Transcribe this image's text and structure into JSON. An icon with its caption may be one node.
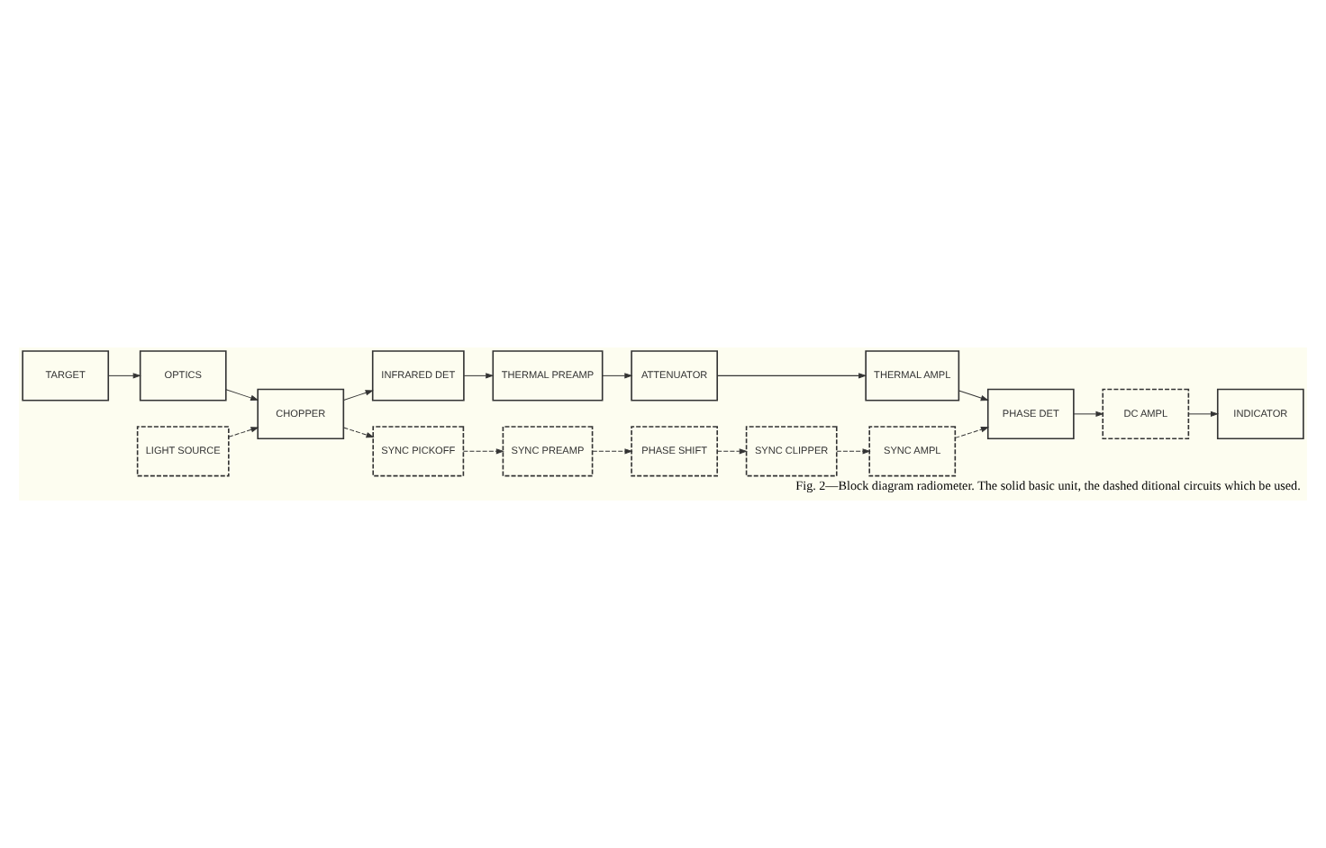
{
  "diagram": {
    "caption": "Fig. 2—Block diagram radiometer. The solid basic unit, the dashed ditional circuits which be used.",
    "nodes": [
      {
        "text": [
          "TARGET"
        ]
      },
      {
        "text": [
          "OPTICS"
        ]
      },
      {
        "text": [
          "INFRARED DET"
        ]
      },
      {
        "text": [
          "THERMAL PREAMP"
        ]
      },
      {
        "text": [
          "CHOPPER"
        ]
      },
      {
        "text": [
          "LIGHT SOURCE"
        ]
      },
      {
        "text": [
          "SYNC PICKOFF"
        ]
      },
      {
        "text": [
          "SYNC PREAMP"
        ]
      },
      {
        "text": [
          "ATTENUATOR"
        ]
      },
      {
        "text": [
          "THERMAL AMPL"
        ]
      },
      {
        "text": [
          "PHASE DET"
        ]
      },
      {
        "text": [
          "DC AMPL"
        ]
      },
      {
        "text": [
          "INDICATOR"
        ]
      },
      {
        "text": [
          "PHASE SHIFT"
        ]
      },
      {
        "text": [
          "SYNC CLIPPER"
        ]
      },
      {
        "text": [
          "SYNC AMPL"
        ]
      }
    ],
    "edges": [
      {
        "from": 0,
        "to": 1,
        "arrow": "to"
      },
      {
        "from": 1,
        "to": 4,
        "arrow": "to"
      },
      {
        "from": 4,
        "to": 2,
        "arrow": "to"
      },
      {
        "from": 2,
        "to": 3,
        "arrow": "to"
      },
      {
        "from": 3,
        "to": 8,
        "arrow": "to"
      },
      {
        "from": 5,
        "to": 4,
        "arrow": "to",
        "style": "dashed"
      },
      {
        "from": 4,
        "to": 6,
        "arrow": "to",
        "style": "dashed"
      },
      {
        "from": 6,
        "to": 7,
        "arrow": "to",
        "style": "dashed"
      },
      {
        "from": 7,
        "to": 13,
        "arrow": "to",
        "style": "dashed"
      },
      {
        "from": 8,
        "to": 9,
        "arrow": "to"
      },
      {
        "from": 9,
        "to": 10,
        "arrow": "to"
      },
      {
        "from": 10,
        "to": 11,
        "arrow": "to"
      },
      {
        "from": 11,
        "to": 12,
        "arrow": "to"
      },
      {
        "from": 13,
        "to": 14,
        "arrow": "to",
        "style": "dashed"
      },
      {
        "from": 14,
        "to": 15,
        "arrow": "to",
        "style": "dashed"
      },
      {
        "from": 15,
        "to": 10,
        "arrow": "to",
        "style": "dashed"
      }
    ]
  }
}
